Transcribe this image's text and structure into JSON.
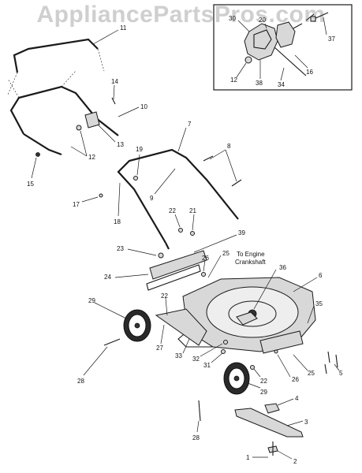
{
  "watermark": "AppliancePartsPros.com",
  "annotations": {
    "engine_line1": "To Engine",
    "engine_line2": "Crankshaft"
  },
  "callouts": [
    {
      "id": "c11",
      "text": "11"
    },
    {
      "id": "c14",
      "text": "14"
    },
    {
      "id": "c10",
      "text": "10"
    },
    {
      "id": "c13",
      "text": "13"
    },
    {
      "id": "c12a",
      "text": "12"
    },
    {
      "id": "c15",
      "text": "15"
    },
    {
      "id": "c7",
      "text": "7"
    },
    {
      "id": "c19",
      "text": "19"
    },
    {
      "id": "c8",
      "text": "8"
    },
    {
      "id": "c9",
      "text": "9"
    },
    {
      "id": "c17",
      "text": "17"
    },
    {
      "id": "c18",
      "text": "18"
    },
    {
      "id": "c22a",
      "text": "22"
    },
    {
      "id": "c21",
      "text": "21"
    },
    {
      "id": "c39",
      "text": "39"
    },
    {
      "id": "c23",
      "text": "23"
    },
    {
      "id": "c26a",
      "text": "26"
    },
    {
      "id": "c25a",
      "text": "25"
    },
    {
      "id": "c24",
      "text": "24"
    },
    {
      "id": "c36",
      "text": "36"
    },
    {
      "id": "c6",
      "text": "6"
    },
    {
      "id": "c29a",
      "text": "29"
    },
    {
      "id": "c22b",
      "text": "22"
    },
    {
      "id": "c35",
      "text": "35"
    },
    {
      "id": "c27",
      "text": "27"
    },
    {
      "id": "c33",
      "text": "33"
    },
    {
      "id": "c32",
      "text": "32"
    },
    {
      "id": "c31",
      "text": "31"
    },
    {
      "id": "c22c",
      "text": "22"
    },
    {
      "id": "c25b",
      "text": "25"
    },
    {
      "id": "c26b",
      "text": "26"
    },
    {
      "id": "c5",
      "text": "5"
    },
    {
      "id": "c28a",
      "text": "28"
    },
    {
      "id": "c29b",
      "text": "29"
    },
    {
      "id": "c4",
      "text": "4"
    },
    {
      "id": "c3",
      "text": "3"
    },
    {
      "id": "c28b",
      "text": "28"
    },
    {
      "id": "c1",
      "text": "1"
    },
    {
      "id": "c2",
      "text": "2"
    },
    {
      "id": "c30",
      "text": "30"
    },
    {
      "id": "c20",
      "text": "20"
    },
    {
      "id": "c37",
      "text": "37"
    },
    {
      "id": "c12b",
      "text": "12"
    },
    {
      "id": "c38",
      "text": "38"
    },
    {
      "id": "c34",
      "text": "34"
    },
    {
      "id": "c16",
      "text": "16"
    }
  ]
}
